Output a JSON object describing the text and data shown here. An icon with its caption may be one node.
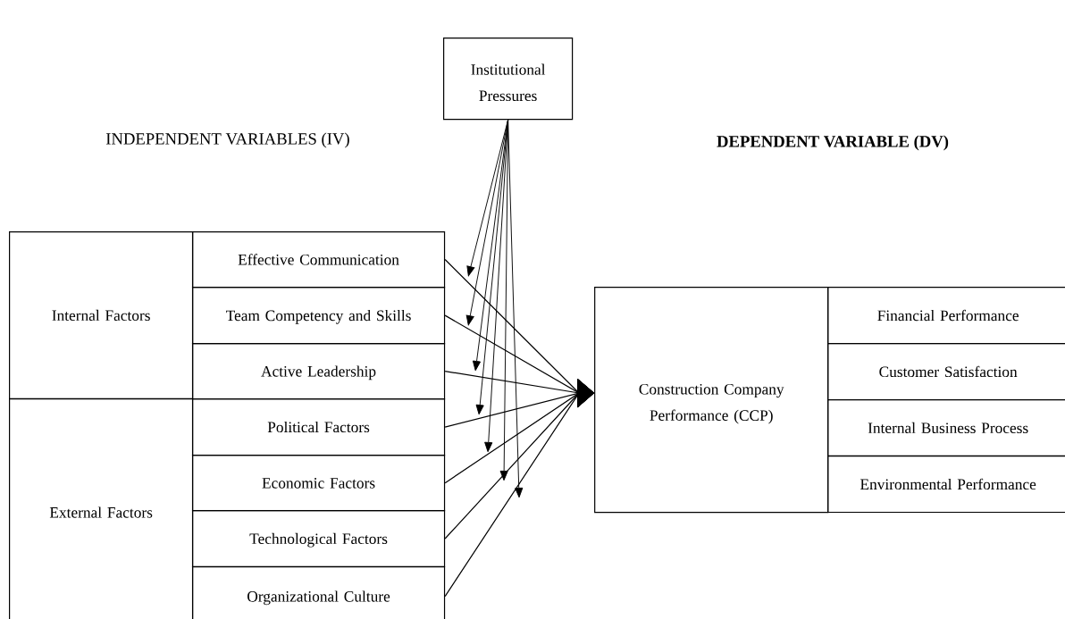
{
  "diagram": {
    "nodes": [
      {
        "text": [
          "Institutional Pressures"
        ]
      },
      {
        "text": [
          "Internal Factors"
        ]
      },
      {
        "text": [
          "Effective Communication"
        ]
      },
      {
        "text": [
          "Team Competency and Skills"
        ]
      },
      {
        "text": [
          "Active Leadership"
        ]
      },
      {
        "text": [
          "External Factors"
        ]
      },
      {
        "text": [
          "Political Factors"
        ]
      },
      {
        "text": [
          "Economic Factors"
        ]
      },
      {
        "text": [
          "Technological Factors"
        ]
      },
      {
        "text": [
          "Organizational Culture"
        ]
      },
      {
        "text": [
          "Construction Company Performance (CCP)"
        ]
      },
      {
        "text": [
          "Financial Performance"
        ]
      },
      {
        "text": [
          "Customer Satisfaction"
        ]
      },
      {
        "text": [
          "Internal Business Process"
        ]
      },
      {
        "text": [
          "Environmental Performance"
        ]
      }
    ],
    "edges": [
      {
        "from": 2,
        "to": 10,
        "arrow": "to"
      },
      {
        "from": 3,
        "to": 10,
        "arrow": "to"
      },
      {
        "from": 4,
        "to": 10,
        "arrow": "to"
      },
      {
        "from": 6,
        "to": 10,
        "arrow": "to"
      },
      {
        "from": 7,
        "to": 10,
        "arrow": "to"
      },
      {
        "from": 8,
        "to": 10,
        "arrow": "to"
      },
      {
        "from": 9,
        "to": 10,
        "arrow": "to"
      },
      {
        "from": 0,
        "to": null,
        "arrow": "to"
      },
      {
        "from": 0,
        "to": null,
        "arrow": "to"
      },
      {
        "from": 0,
        "to": null,
        "arrow": "to"
      },
      {
        "from": 0,
        "to": null,
        "arrow": "to"
      },
      {
        "from": 0,
        "to": null,
        "arrow": "to"
      },
      {
        "from": 0,
        "to": null,
        "arrow": "to"
      },
      {
        "from": 0,
        "to": null,
        "arrow": "to"
      }
    ],
    "labels": [
      "INDEPENDENT VARIABLES (IV)",
      "DEPENDENT VARIABLE (DV)"
    ]
  }
}
